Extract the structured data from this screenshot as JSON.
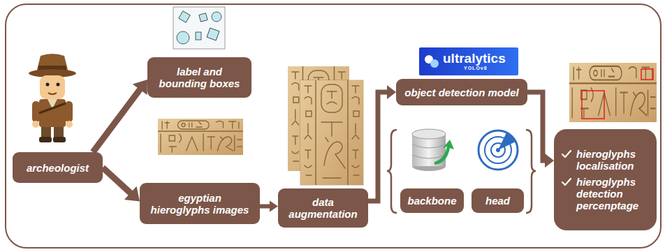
{
  "diagram": {
    "nodes": [
      {
        "text": [
          "archeologist"
        ]
      },
      {
        "text": [
          "label and bounding boxes"
        ]
      },
      {
        "text": [
          "egyptian hieroglyphs images"
        ]
      },
      {
        "text": [
          "data augmentation"
        ]
      },
      {
        "text": [
          "ultralytics",
          "YOLOv8"
        ]
      },
      {
        "text": [
          "object detection model"
        ]
      },
      {
        "text": [
          "backbone"
        ]
      },
      {
        "text": [
          "head"
        ]
      },
      {
        "text": [
          "hieroglyphs localisation",
          "hieroglyphs detection percenptage"
        ]
      }
    ],
    "edges": [
      {
        "from": 0,
        "to": 1,
        "arrow": "to"
      },
      {
        "from": 0,
        "to": 2,
        "arrow": "to"
      },
      {
        "from": 2,
        "to": 3,
        "arrow": "to"
      },
      {
        "from": 3,
        "to": 5,
        "arrow": "to"
      },
      {
        "from": 5,
        "to": 8,
        "arrow": "to"
      }
    ]
  }
}
